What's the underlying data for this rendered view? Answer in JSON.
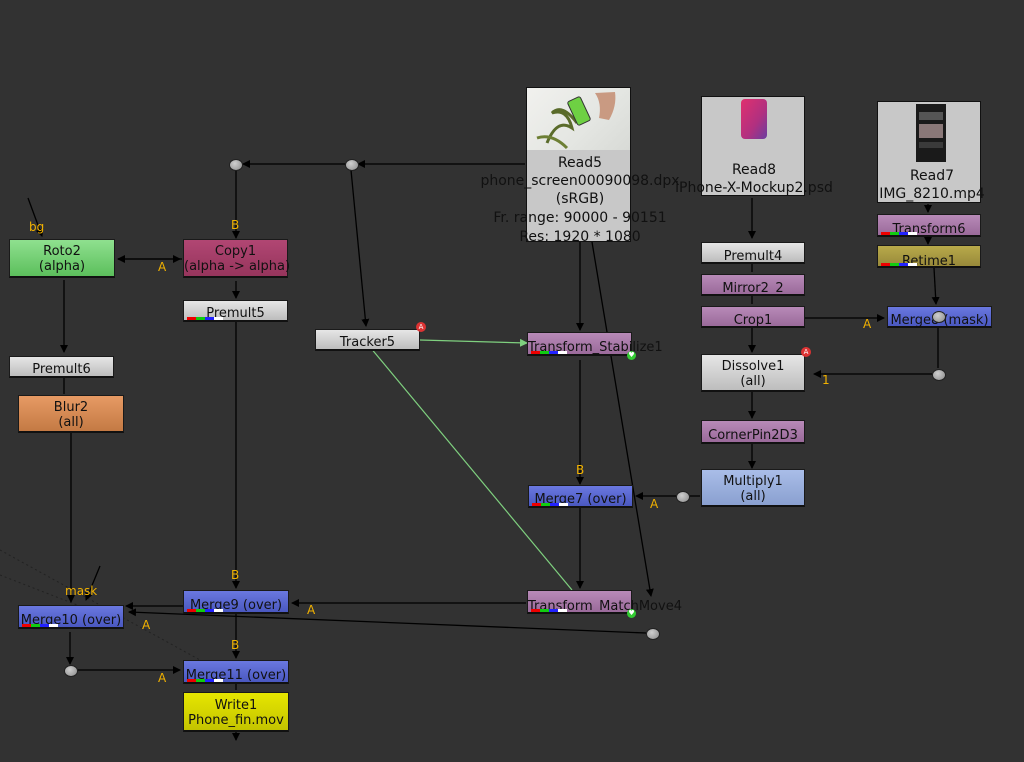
{
  "chart_data": {
    "type": "diagram",
    "nodes": {
      "read5": {
        "title": "Read5",
        "file": "phone_screen00090098.dpx",
        "colorspace": "(sRGB)",
        "frame_range": "Fr. range: 90000 - 90151",
        "resolution": "Res: 1920 * 1080"
      },
      "read8": {
        "title": "Read8",
        "file": "iPhone-X-Mockup2.psd"
      },
      "read7": {
        "title": "Read7",
        "file": "IMG_8210.mp4"
      },
      "roto2": {
        "title": "Roto2",
        "sub": "(alpha)"
      },
      "copy1": {
        "title": "Copy1",
        "sub": "(alpha -> alpha)"
      },
      "premult5": {
        "title": "Premult5"
      },
      "premult6": {
        "title": "Premult6"
      },
      "blur2": {
        "title": "Blur2",
        "sub": "(all)"
      },
      "tracker5": {
        "title": "Tracker5"
      },
      "transform_stabilize1": {
        "title": "Transform_Stabilize1"
      },
      "premult4": {
        "title": "Premult4"
      },
      "mirror2_2": {
        "title": "Mirror2_2"
      },
      "crop1": {
        "title": "Crop1"
      },
      "dissolve1": {
        "title": "Dissolve1",
        "sub": "(all)"
      },
      "cornerpin2d3": {
        "title": "CornerPin2D3"
      },
      "multiply1": {
        "title": "Multiply1",
        "sub": "(all)"
      },
      "merge7": {
        "title": "Merge7 (over)"
      },
      "transform_matchmove4": {
        "title": "Transform_MatchMove4"
      },
      "merge9": {
        "title": "Merge9 (over)"
      },
      "merge10": {
        "title": "Merge10 (over)"
      },
      "merge11": {
        "title": "Merge11 (over)"
      },
      "write1": {
        "title": "Write1",
        "sub": "Phone_fin.mov"
      },
      "transform6": {
        "title": "Transform6"
      },
      "retime1": {
        "title": "Retime1"
      },
      "merge8": {
        "title": "Merge8 (mask)"
      }
    },
    "pin_labels": {
      "bg": "bg",
      "a": "A",
      "b": "B",
      "one": "1",
      "mask": "mask"
    },
    "badges": {
      "alert": "A"
    },
    "colors": {
      "background": "#323232",
      "edge": "#000000",
      "track_link": "#7fd07f",
      "pin_label": "#f2b200"
    }
  }
}
